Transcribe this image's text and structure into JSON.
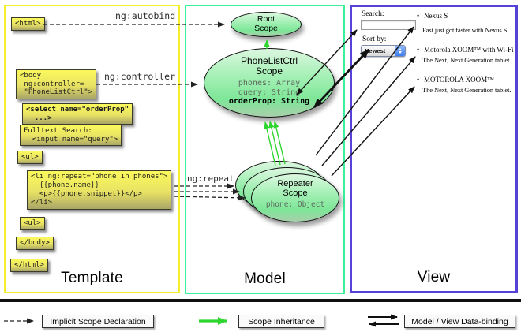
{
  "panels": {
    "template": {
      "label": "Template"
    },
    "model": {
      "label": "Model"
    },
    "view": {
      "label": "View"
    }
  },
  "template_boxes": {
    "html_open": "<html>",
    "body_open": "<body\n ng:controller=\n \"PhoneListCtrl\">",
    "select": "<select name=\"orderProp\"\n  ...>",
    "fulltext": "Fulltext Search:\n  <input name=\"query\">",
    "ul_open": "<ul>",
    "li_repeat": "<li ng:repeat=\"phone in phones\">\n  {{phone.name}}\n  <p>{{phone.snippet}}</p>\n</li>",
    "ul_close": "<ul>",
    "body_close": "</body>",
    "html_close": "</html>"
  },
  "edge_labels": {
    "autobind": "ng:autobind",
    "controller": "ng:controller",
    "repeat": "ng:repeat"
  },
  "model": {
    "root_scope": {
      "title": "Root\nScope"
    },
    "phonelist_scope": {
      "title": "PhoneListCtrl\nScope",
      "props": [
        "phones: Array",
        "query: String"
      ],
      "bold_prop": "orderProp: String"
    },
    "repeater_scope": {
      "title": "Repeater\nScope",
      "prop": "phone: Object"
    }
  },
  "view": {
    "search_label": "Search:",
    "search_value": "",
    "sort_label": "Sort by:",
    "sort_value": "Newest",
    "items": [
      {
        "title": "Nexus S",
        "desc": "Fast just got faster with Nexus S."
      },
      {
        "title": "Motorola XOOM™ with Wi-Fi",
        "desc": "The Next, Next Generation tablet."
      },
      {
        "title": "MOTOROLA XOOM™",
        "desc": "The Next, Next Generation tablet."
      }
    ]
  },
  "legend": {
    "implicit": "Implicit Scope Declaration",
    "inheritance": "Scope Inheritance",
    "databinding": "Model / View Data-binding"
  },
  "colors": {
    "template_border": "#f5ef2b",
    "model_border": "#3df09c",
    "view_border": "#5742d8",
    "green_arrow": "#2ed52e"
  }
}
